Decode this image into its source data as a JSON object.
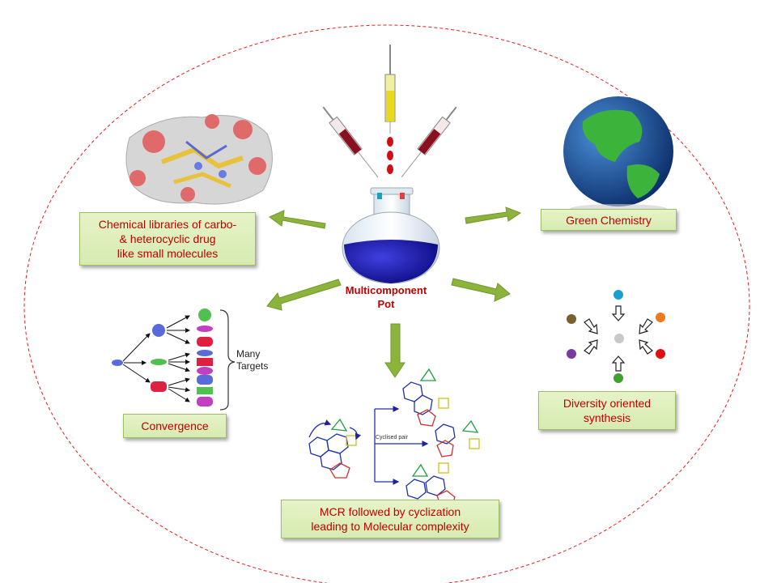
{
  "center": {
    "label": "Multicomponent\nPot"
  },
  "boxes": {
    "libraries": "Chemical libraries of carbo-\n& heterocyclic drug\nlike small molecules",
    "green": "Green Chemistry",
    "convergence": "Convergence",
    "dos": "Diversity oriented\nsynthesis",
    "mcr": "MCR followed by cyclization\nleading to Molecular complexity"
  },
  "convergence_panel": {
    "label": "Many\nTargets"
  },
  "mcr_panel": {
    "label": "Cyclised pair"
  },
  "colors": {
    "arrow": "#8cb43c",
    "box_text": "#c00000",
    "ellipse": "#e02020",
    "flask_liquid": "#1a1aa0"
  },
  "icons": [
    "protein-surface-image",
    "syringe-icon",
    "flask-icon",
    "earth-globe-icon",
    "molecule-diagram"
  ]
}
